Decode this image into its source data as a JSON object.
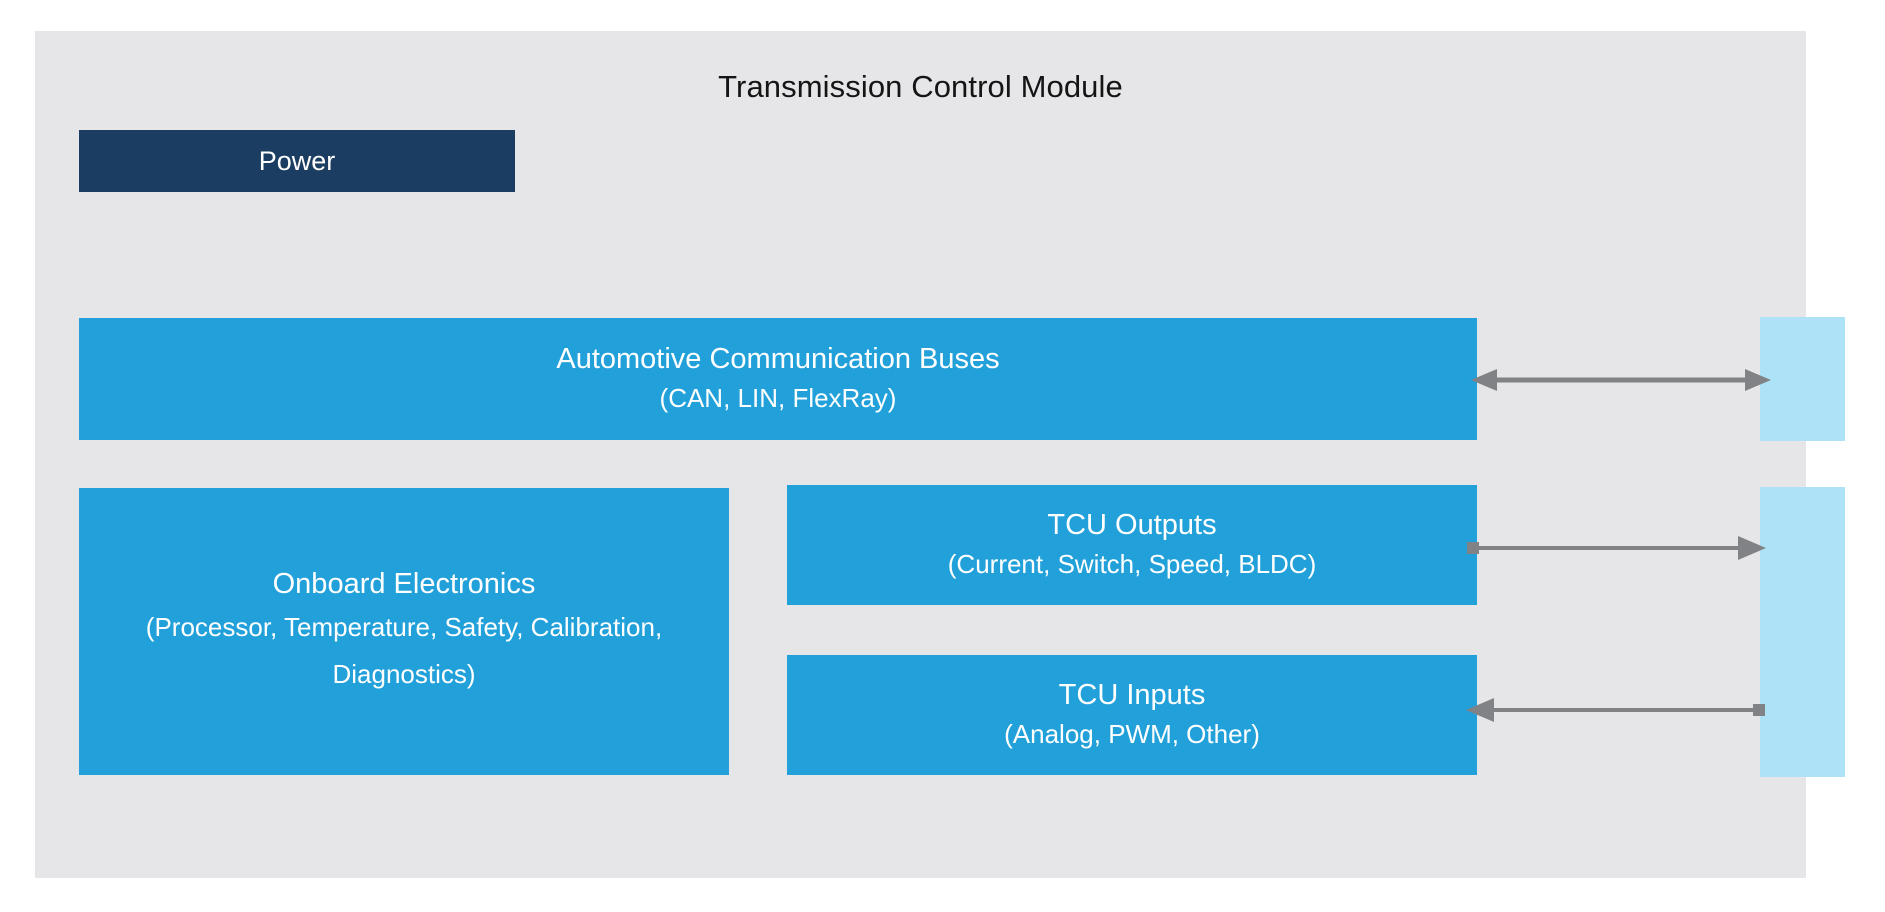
{
  "diagram": {
    "title": "Transmission Control Module",
    "background_color": "#e6e6e8",
    "accent_blue": "#22a0da",
    "dark_navy": "#1b3d61",
    "light_blue": "#ade2f7",
    "arrow_color": "#808285"
  },
  "blocks": {
    "power": {
      "label": "Power",
      "color": "#1b3d61"
    },
    "buses": {
      "label": "Automotive Communication Buses",
      "sublabel": "(CAN, LIN, FlexRay)",
      "color": "#22a0da"
    },
    "onboard": {
      "label": "Onboard Electronics",
      "sublabel": "(Processor, Temperature, Safety, Calibration, Diagnostics)",
      "color": "#22a0da"
    },
    "outputs": {
      "label": "TCU Outputs",
      "sublabel": "(Current, Switch, Speed, BLDC)",
      "color": "#22a0da"
    },
    "inputs": {
      "label": "TCU Inputs",
      "sublabel": "(Analog, PWM, Other)",
      "color": "#22a0da"
    }
  },
  "external_blocks": [
    {
      "name": "external-bus-node",
      "label": "",
      "color": "#ade2f7"
    },
    {
      "name": "external-io-node",
      "label": "",
      "color": "#ade2f7"
    }
  ],
  "connectors": [
    {
      "name": "buses-connector",
      "direction": "bidirectional",
      "from": "buses",
      "to": "external-bus-node"
    },
    {
      "name": "outputs-connector",
      "direction": "right",
      "from": "outputs",
      "to": "external-io-node"
    },
    {
      "name": "inputs-connector",
      "direction": "left",
      "from": "external-io-node",
      "to": "inputs"
    }
  ]
}
